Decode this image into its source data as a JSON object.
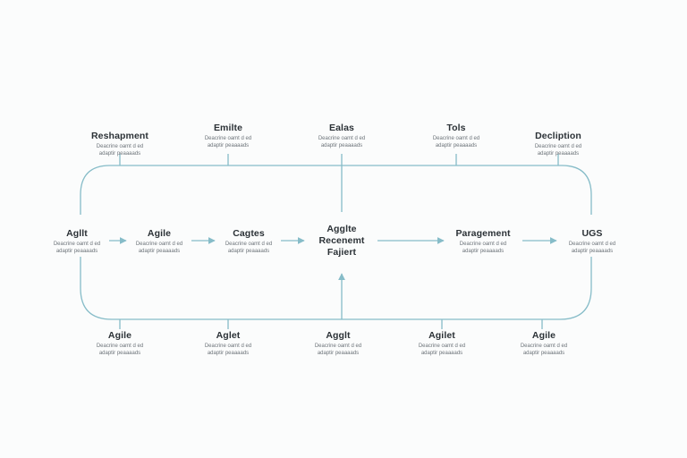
{
  "colors": {
    "line": "#86bcc8",
    "background": "#fbfcfc",
    "text": "#2b3136",
    "subtext": "#6d747a"
  },
  "top_nodes": [
    {
      "title": "Reshapment",
      "desc1": "Deacrine oamt d ed",
      "desc2": "adaptir peaaaads"
    },
    {
      "title": "Emilte",
      "desc1": "Deacrine oamt d ed",
      "desc2": "adaptir peaaaads"
    },
    {
      "title": "Ealas",
      "desc1": "Deacrine oamt d ed",
      "desc2": "adaptir peaaaads"
    },
    {
      "title": "Tols",
      "desc1": "Deacrine oamt d ed",
      "desc2": "adaptir peaaaads"
    },
    {
      "title": "Decliption",
      "desc1": "Deacrine oamt d ed",
      "desc2": "adaptir peaaaads"
    }
  ],
  "middle_nodes": [
    {
      "title": "Agllt",
      "desc1": "Deacrine oamt d ed",
      "desc2": "adaptir peaaaads"
    },
    {
      "title": "Agile",
      "desc1": "Deacrine oamt d ed",
      "desc2": "adaptir peaaaads"
    },
    {
      "title": "Cagtes",
      "desc1": "Deacrine oamt d ed",
      "desc2": "adaptir peaaaads"
    },
    {
      "title": "Paragement",
      "desc1": "Deacrine oamt d ed",
      "desc2": "adaptir peaaaads"
    },
    {
      "title": "UGS",
      "desc1": "Deacrine oamt d ed",
      "desc2": "adaptir peaaaads"
    }
  ],
  "center_node": {
    "line1": "Agglte",
    "line2": "Recenemt",
    "line3": "Fajiert"
  },
  "bottom_nodes": [
    {
      "title": "Agile",
      "desc1": "Deacrine oamt d ed",
      "desc2": "adaptir peaaaads"
    },
    {
      "title": "Aglet",
      "desc1": "Deacrine oamt d ed",
      "desc2": "adaptir peaaaads"
    },
    {
      "title": "Agglt",
      "desc1": "Deacrine oamt d ed",
      "desc2": "adaptir peaaaads"
    },
    {
      "title": "Agilet",
      "desc1": "Deacrine oamt d ed",
      "desc2": "adaptir peaaaads"
    },
    {
      "title": "Agile",
      "desc1": "Deacrine oamt d ed",
      "desc2": "adaptir peaaaads"
    }
  ]
}
